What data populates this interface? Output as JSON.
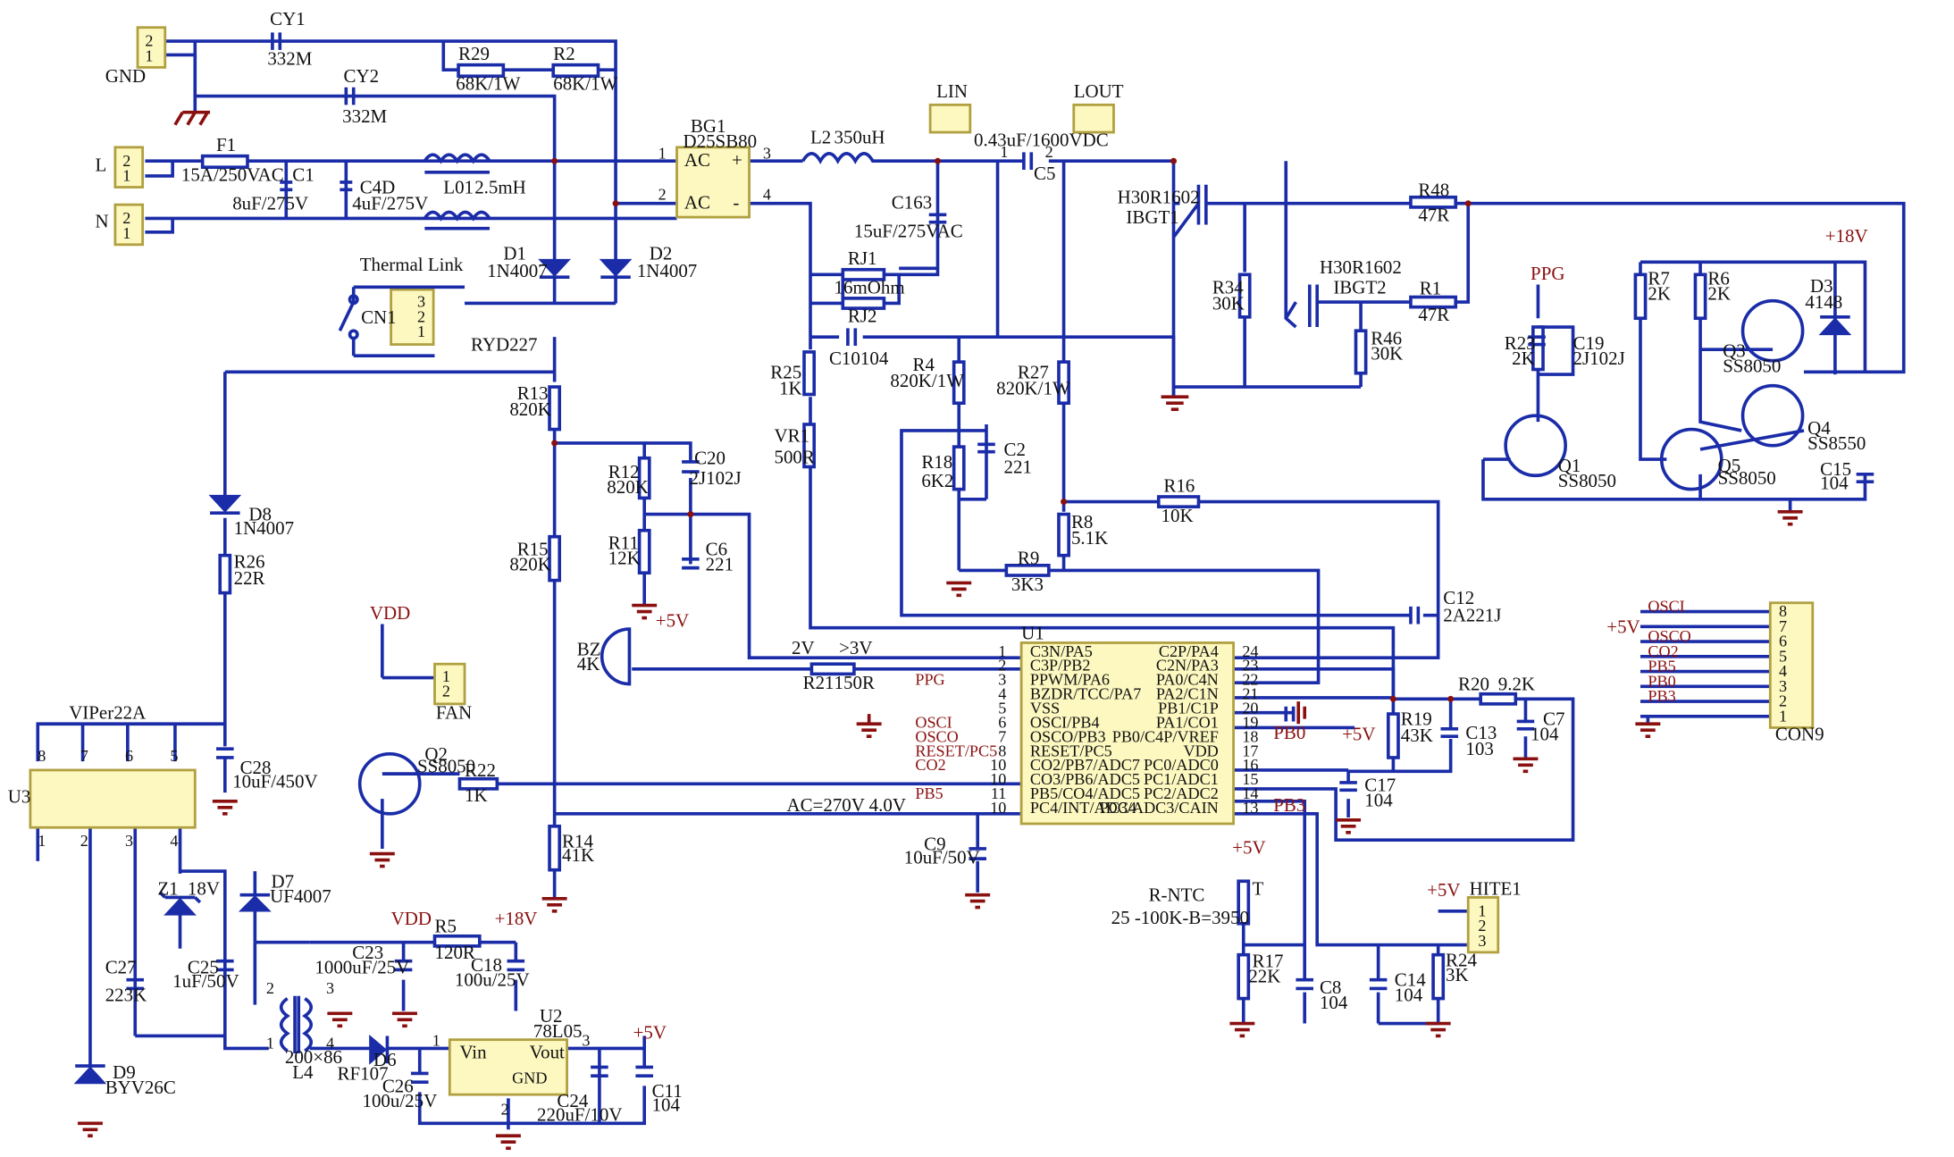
{
  "connectors": {
    "gnd_conn": "GND",
    "l_conn": "L",
    "n_conn": "N",
    "lin": "LIN",
    "lout": "LOUT",
    "fan": "FAN",
    "con9": "CON9",
    "hite1": "HITE1",
    "cn1": "CN1",
    "ryd": "RYD227",
    "thermal": "Thermal Link",
    "pin1": "1",
    "pin2": "2",
    "pin3": "3"
  },
  "labels": {
    "cy1": "CY1",
    "cy1v": "332M",
    "cy2": "CY2",
    "cy2v": "332M",
    "r29": "R29",
    "r29v": "68K/1W",
    "r2": "R2",
    "r2v": "68K/1W",
    "f1": "F1",
    "f1v": "15A/250VAC",
    "c1": "C1",
    "c1v": "8uF/275V",
    "c4d": "C4D",
    "c4dv": "4uF/275V",
    "l01": "L01",
    "l01v": "2.5mH",
    "bg1": "BG1",
    "bg1v": "D25SB80",
    "ac": "AC",
    "plus": "+",
    "minus": "-",
    "l2": "L2",
    "l2v": "350uH",
    "c5v": "0.43uF/1600VDC",
    "c5": "C5",
    "c163": "C163",
    "c163v": "15uF/275VAC",
    "rj1": "RJ1",
    "rj1v": "16mOhm",
    "rj2": "RJ2",
    "c10": "C10",
    "c10v": "104",
    "d1": "D1",
    "d1v": "1N4007",
    "d2": "D2",
    "d2v": "1N4007",
    "ibgt1n": "H30R1602",
    "ibgt1": "IBGT1",
    "ibgt2n": "H30R1602",
    "ibgt2": "IBGT2",
    "r48": "R48",
    "r48v": "47R",
    "r1": "R1",
    "r1v": "47R",
    "r34": "R34",
    "r34v": "30K",
    "r46": "R46",
    "r46v": "30K",
    "r25": "R25",
    "r25v": "1K",
    "vr1": "VR1",
    "vr1v": "500R",
    "r4": "R4",
    "r4v": "820K/1W",
    "r27": "R27",
    "r27v": "820K/1W",
    "r18": "R18",
    "r18v": "6K2",
    "c2": "C2",
    "c2v": "221",
    "r16": "R16",
    "r16v": "10K",
    "r8": "R8",
    "r8v": "5.1K",
    "r9": "R9",
    "r9v": "3K3",
    "r13": "R13",
    "r13v": "820K",
    "r12": "R12",
    "r12v": "820K",
    "c20": "C20",
    "c20v": "2J102J",
    "r11": "R11",
    "r11v": "12K",
    "c6": "C6",
    "c6v": "221",
    "r15": "R15",
    "r15v": "820K",
    "d8": "D8",
    "d8v": "1N4007",
    "r26": "R26",
    "r26v": "22R",
    "bz": "BZ",
    "bzv": "4K",
    "vcc5": "+5V",
    "vdd": "VDD",
    "vcc18": "+18V",
    "v2": "2V",
    "v3": ">3V",
    "r21": "R21",
    "r21v": "150R",
    "ppg": "PPG",
    "q2": "Q2",
    "q2v": "SS8050",
    "r22": "R22",
    "r22v": "1K",
    "ac270": "AC=270V",
    "v40": "4.0V",
    "r14": "R14",
    "r14v": "41K",
    "c9": "C9",
    "c9v": "10uF/50V",
    "c28": "C28",
    "c28v": "10uF/450V",
    "viper": "VIPer22A",
    "u3": "U3",
    "z1": "Z1",
    "z1v": "18V",
    "d7": "D7",
    "d7v": "UF4007",
    "c27": "C27",
    "c27v": "223K",
    "c25": "C25",
    "c25v": "1uF/50V",
    "d9": "D9",
    "d9v": "BYV26C",
    "l4": "L4",
    "l4v": "200×86",
    "c23": "C23",
    "c23v": "1000uF/25V",
    "r5": "R5",
    "r5v": "120R",
    "c18": "C18",
    "c18v": "100u/25V",
    "d6": "D6",
    "d6v": "RF107",
    "c26": "C26",
    "c26v": "100u/25V",
    "u2": "U2",
    "u2v": "78L05",
    "vin": "Vin",
    "vout": "Vout",
    "gndp": "GND",
    "c24": "C24",
    "c24v": "220uF/10V",
    "c11": "C11",
    "c11v": "104",
    "r23": "R23",
    "r23v": "2K",
    "c19": "C19",
    "c19v": "2J102J",
    "r7": "R7",
    "r7v": "2K",
    "r6": "R6",
    "r6v": "2K",
    "q3": "Q3",
    "q3v": "SS8050",
    "d3": "D3",
    "d3v": "4148",
    "q4": "Q4",
    "q4v": "SS8550",
    "q1": "Q1",
    "q1v": "SS8050",
    "q5": "Q5",
    "q5v": "SS8050",
    "c15": "C15",
    "c15v": "104",
    "c12": "C12",
    "c12v": "2A221J",
    "r20": "R20",
    "r20v": "9.2K",
    "r19": "R19",
    "r19v": "43K",
    "c13": "C13",
    "c13v": "103",
    "c7": "C7",
    "c7v": "104",
    "c17": "C17",
    "c17v": "104",
    "pb0": "PB0",
    "pb3": "PB3",
    "rntc": "R-NTC",
    "ntcv": "25   -100K-B=3950",
    "t": "T",
    "r17": "R17",
    "r17v": "22K",
    "c8": "C8",
    "c8v": "104",
    "c14": "C14",
    "c14v": "104",
    "r24": "R24",
    "r24v": "3K",
    "u1": "U1",
    "n1": "1",
    "n2": "2",
    "n3": "3",
    "n4": "4",
    "n5": "5",
    "n6": "6",
    "n7": "7",
    "n8": "8"
  },
  "u1": {
    "left": [
      {
        "n": "1",
        "t": "C3N/PA5"
      },
      {
        "n": "2",
        "t": "C3P/PB2"
      },
      {
        "n": "3",
        "t": "PPWM/PA6"
      },
      {
        "n": "4",
        "t": "BZDR/TCC/PA7"
      },
      {
        "n": "5",
        "t": "VSS"
      },
      {
        "n": "6",
        "t": "OSCI/PB4"
      },
      {
        "n": "7",
        "t": "OSCO/PB3"
      },
      {
        "n": "8",
        "t": "RESET/PC5"
      },
      {
        "n": "10",
        "t": "CO2/PB7/ADC7"
      },
      {
        "n": "10",
        "t": "CO3/PB6/ADC5"
      },
      {
        "n": "11",
        "t": "PB5/CO4/ADC5"
      },
      {
        "n": "10",
        "t": "PC4/INT/ADC4"
      }
    ],
    "right": [
      {
        "n": "24",
        "t": "C2P/PA4"
      },
      {
        "n": "23",
        "t": "C2N/PA3"
      },
      {
        "n": "22",
        "t": "PA0/C4N"
      },
      {
        "n": "21",
        "t": "PA2/C1N"
      },
      {
        "n": "20",
        "t": "PB1/C1P"
      },
      {
        "n": "19",
        "t": "PA1/CO1"
      },
      {
        "n": "18",
        "t": "PB0/C4P/VREF"
      },
      {
        "n": "17",
        "t": "VDD"
      },
      {
        "n": "16",
        "t": "PC0/ADC0"
      },
      {
        "n": "15",
        "t": "PC1/ADC1"
      },
      {
        "n": "14",
        "t": "PC2/ADC2"
      },
      {
        "n": "13",
        "t": "PC3/ADC3/CAIN"
      }
    ],
    "netleft": [
      "PPG",
      "",
      "",
      "OSCI",
      "OSCO",
      "RESET/PC5",
      "CO2",
      "",
      "PB5"
    ]
  },
  "con9": {
    "pins": [
      "8",
      "7",
      "6",
      "5",
      "4",
      "3",
      "2",
      "1"
    ],
    "nets": [
      "OSCI",
      "",
      "OSCO",
      "CO2",
      "PB5",
      "PB0",
      "PB3"
    ],
    "v5": "+5V"
  }
}
